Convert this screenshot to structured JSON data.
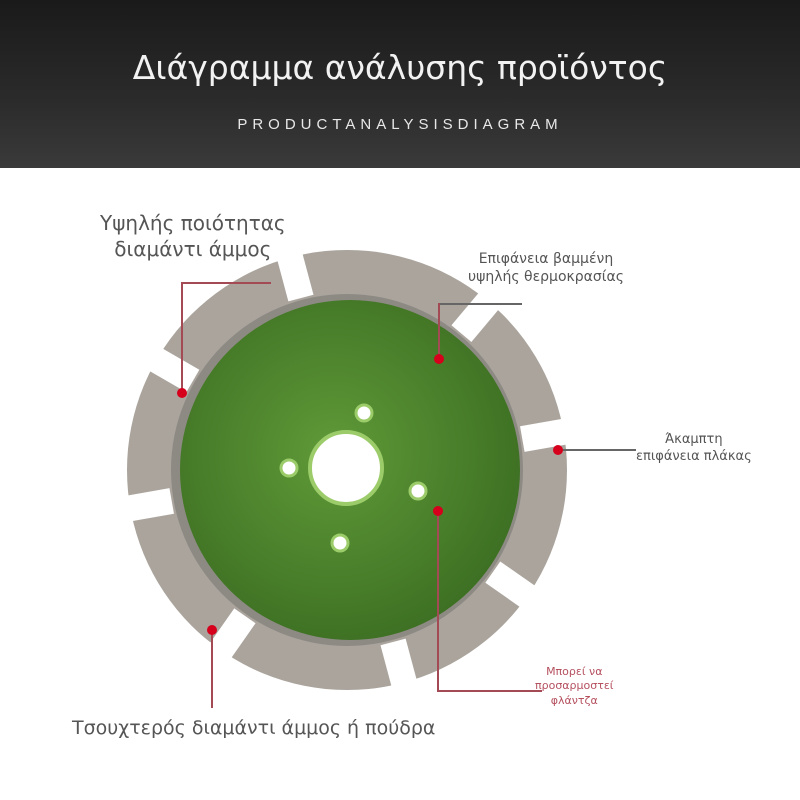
{
  "header": {
    "title": "Διάγραμμα ανάλυσης προϊόντος",
    "subtitle": "PRODUCTANALYSISDIAGRAM"
  },
  "callouts": {
    "diamond_quality": [
      "Υψηλής ποιότητας",
      "διαμάντι άμμος"
    ],
    "painted_surface": [
      "Επιφάνεια βαμμένη",
      "υψηλής θερμοκρασίας"
    ],
    "rigid_plate": [
      "Άκαμπτη",
      "επιφάνεια πλάκας"
    ],
    "flange": [
      "Μπορεί να",
      "προσαρμοστεί",
      "φλάντζα"
    ],
    "sintered": "Τσουχτερός διαμάντι άμμος ή πούδρα"
  },
  "colors": {
    "blade_core": "#4e8a2c",
    "segment": "#a9a39c",
    "accent": "#d6001c",
    "flange_text": "#b5505f"
  }
}
